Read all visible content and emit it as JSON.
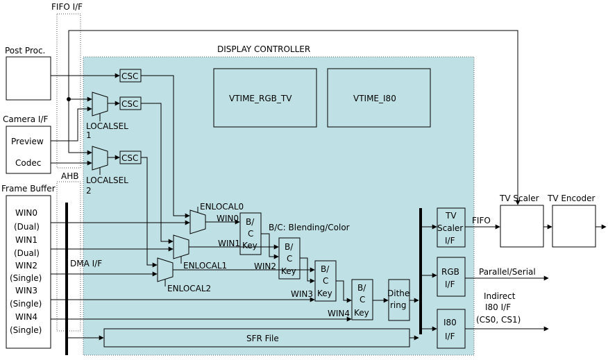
{
  "labels": {
    "fifo_if": "FIFO I/F",
    "display_controller": "DISPLAY CONTROLLER",
    "post_proc": "Post Proc.",
    "camera_if": "Camera I/F",
    "preview": "Preview",
    "codec": "Codec",
    "frame_buffer": "Frame Buffer",
    "ahb": "AHB",
    "dma_if": "DMA I/F",
    "csc": "CSC",
    "localsel1_a": "LOCALSEL",
    "localsel1_b": "1",
    "localsel2_a": "LOCALSEL",
    "localsel2_b": "2",
    "vtime_rgb_tv": "VTIME_RGB_TV",
    "vtime_i80": "VTIME_I80",
    "enlocal0": "ENLOCAL0",
    "enlocal1": "ENLOCAL1",
    "enlocal2": "ENLOCAL2",
    "blending_note": "B/C: Blending/Color",
    "bc1": "B/",
    "bc2": "C",
    "bc3": "Key",
    "dither1": "Dithe",
    "dither2": "ring",
    "sfr_file": "SFR File",
    "tv_scaler_1": "TV",
    "tv_scaler_2": "Scaler",
    "tv_scaler_3": "I/F",
    "rgb_1": "RGB",
    "rgb_2": "I/F",
    "i80_1": "I80",
    "i80_2": "I/F",
    "fifo": "FIFO",
    "parallel_serial": "Parallel/Serial",
    "indirect_1": "Indirect",
    "indirect_2": "I80 I/F",
    "indirect_3": "(CS0, CS1)",
    "tv_scaler_title": "TV Scaler",
    "tv_encoder_title": "TV Encoder",
    "win_labels": [
      "WIN0",
      "WIN1",
      "WIN2",
      "WIN3",
      "WIN4"
    ],
    "win_modes": [
      "(Dual)",
      "(Dual)",
      "(Single)",
      "(Single)",
      "(Single)"
    ]
  },
  "colors": {
    "controller_fill": "#bfe0e4",
    "line": "#000000"
  }
}
